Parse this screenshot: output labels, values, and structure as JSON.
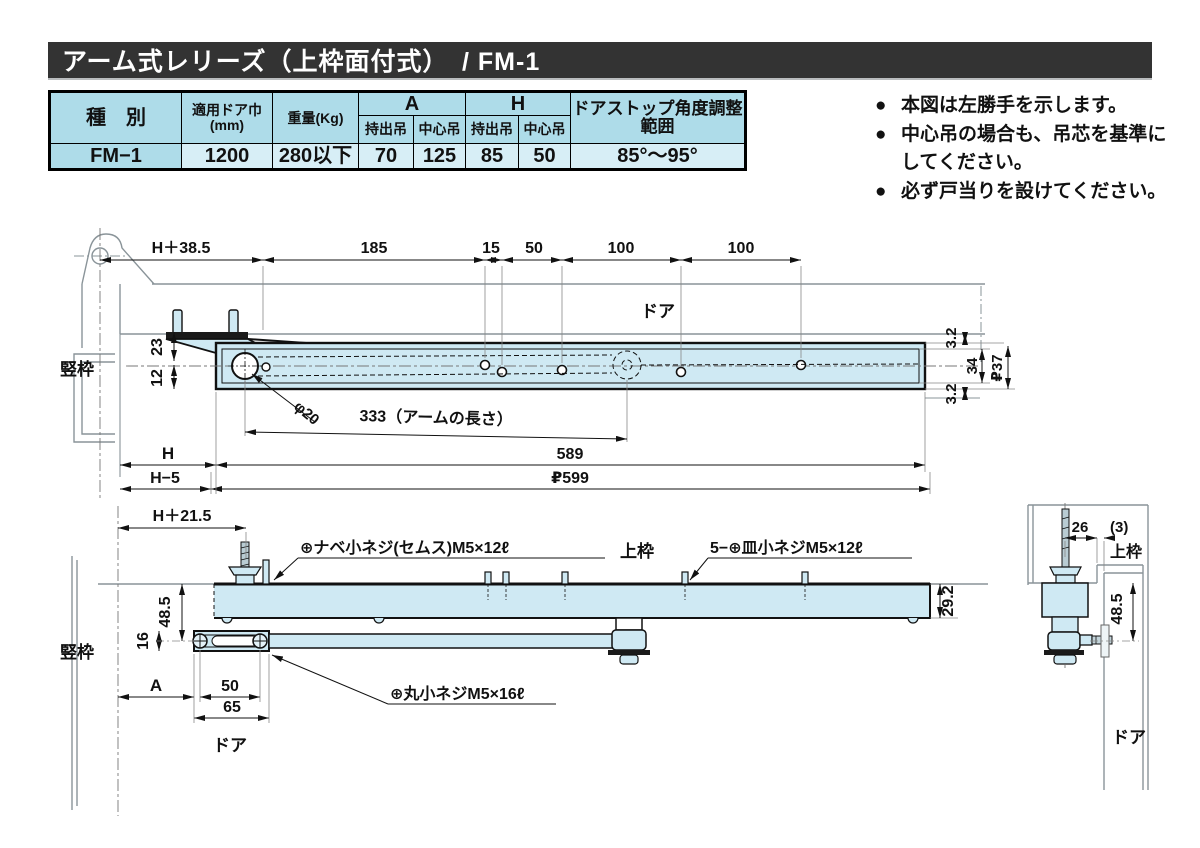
{
  "title": "アーム式レリーズ（上枠面付式）　/ FM-1",
  "colors": {
    "title_bg": "#333333",
    "device_fill": "#cfe9f3",
    "table_header_bg": "#aedce9",
    "table_cell_bg": "#d7eef6"
  },
  "spec_table": {
    "col_type": "種　別",
    "col_door_width": "適用ドア巾(mm)",
    "col_weight": "重量(Kg)",
    "col_a": "A",
    "col_h": "H",
    "col_a_sub1": "持出吊",
    "col_a_sub2": "中心吊",
    "col_h_sub1": "持出吊",
    "col_h_sub2": "中心吊",
    "col_stop": "ドアストップ角度調整範囲",
    "row": {
      "type": "FM−1",
      "door_width": "1200",
      "weight": "280以下",
      "a_mochidashi": "70",
      "a_chushin": "125",
      "h_mochidashi": "85",
      "h_chushin": "50",
      "stop_range": "85°～95°"
    }
  },
  "notes": {
    "bullet": "●",
    "n1": "本図は左勝手を示します。",
    "n2a": "中心吊の場合も、吊芯を基準に",
    "n2b": "してください。",
    "n3": "必ず戸当りを設けてください。"
  },
  "top_view": {
    "dim_h38": "H＋38.5",
    "dim_185": "185",
    "dim_15": "15",
    "dim_50": "50",
    "dim_100a": "100",
    "dim_100b": "100",
    "label_door": "ドア",
    "label_frame": "竪枠",
    "dim_23": "23",
    "dim_12": "12",
    "dim_phi20": "φ20",
    "dim_arm": "333（アームの長さ）",
    "dim_h": "H",
    "dim_589": "589",
    "dim_h5": "H−5",
    "dim_599": "₽599",
    "dim_32_top": "3.2",
    "dim_34": "34",
    "dim_37": "₽37",
    "dim_32_bottom": "3.2"
  },
  "front_view": {
    "dim_h21": "H＋21.5",
    "screw_pan": "⊕ナベ小ネジ(セムス)M5×12ℓ",
    "label_top_frame": "上枠",
    "screw_flat": "5−⊕皿小ネジM5×12ℓ",
    "dim_48_5": "48.5",
    "dim_16": "16",
    "dim_29_2": "29.2",
    "dim_a": "A",
    "dim_50": "50",
    "dim_65": "65",
    "screw_round": "⊕丸小ネジM5×16ℓ",
    "label_door": "ドア",
    "label_frame": "竪枠"
  },
  "side_view": {
    "dim_26": "26",
    "dim_3": "(3)",
    "label_top_frame": "上枠",
    "dim_48_5": "48.5",
    "label_door": "ドア"
  }
}
